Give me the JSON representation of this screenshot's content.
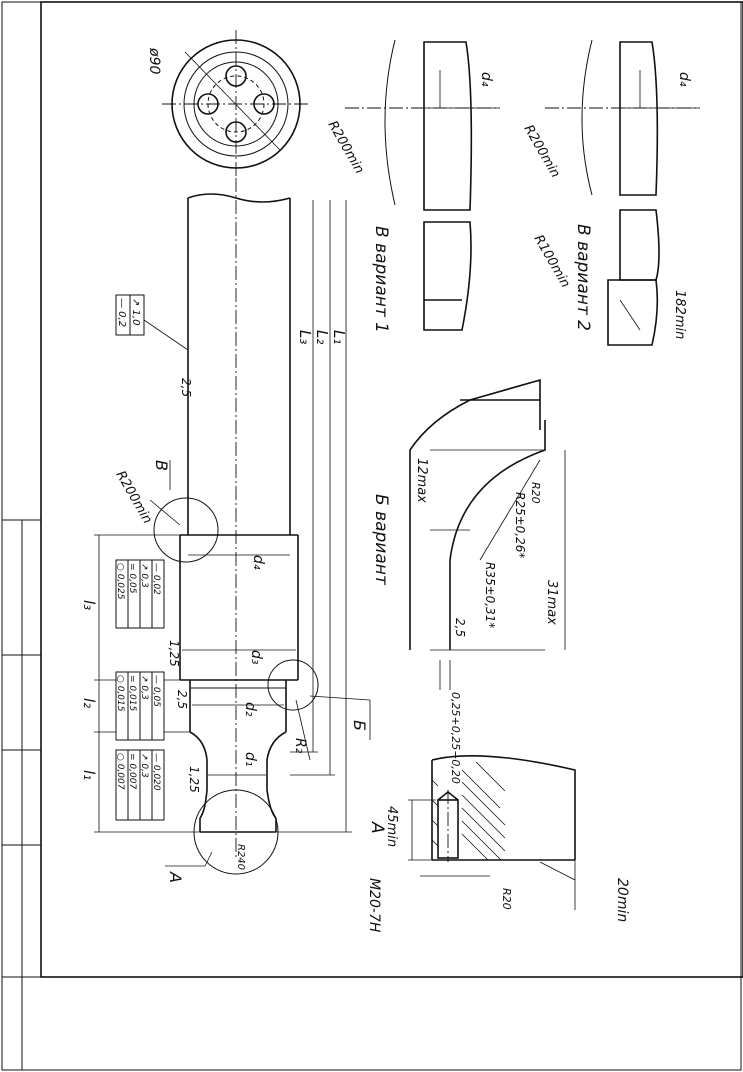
{
  "sheet": {
    "frame_color": "#111111",
    "background": "#ffffff"
  },
  "shaft": {
    "overall_lengths": [
      "L₃",
      "L₂",
      "L₁"
    ],
    "section_lengths": [
      "l₁",
      "l₂",
      "l₃"
    ],
    "diameters": [
      "d₁",
      "d₂",
      "d₃",
      "d₄"
    ],
    "radius_label": "R₂",
    "radius_callout": "R200min",
    "end_radius": "R240",
    "roughness": [
      "1,25",
      "2,5",
      "1,25",
      "2,5"
    ],
    "view_letters": [
      "A",
      "Б",
      "В"
    ],
    "end_view_diameter": "ø90",
    "tolerance_block_l1": [
      "○ 0,007",
      "= 0,007",
      "↗ 0,3",
      "— 0,020"
    ],
    "tolerance_block_l2": [
      "○ 0,015",
      "= 0,015",
      "↗ 0,3",
      "— 0,05"
    ],
    "tolerance_block_l3": [
      "○ 0,025",
      "= 0,05",
      "↗ 0,3",
      "— 0,02"
    ],
    "tolerance_block_body": [
      "— 0,2",
      "↗ 1,0"
    ]
  },
  "detail_a": {
    "title": "A",
    "depth": "45min",
    "thread": "M20-7H",
    "radius": "R20",
    "length": "20min"
  },
  "detail_b": {
    "title": "Б вариант",
    "length_12": "12max",
    "radius_20": "R20",
    "radius_25": "R25±0,26*",
    "radius_35": "R35±0,31*",
    "roughness": "2,5",
    "length_31": "31max",
    "tolerance": "0,25+0,25−0,20"
  },
  "detail_v1": {
    "title": "В вариант 1",
    "radius": "R200min",
    "diameter": "d₄"
  },
  "detail_v2": {
    "title": "В вариант 2",
    "radius_200": "R200min",
    "radius_100": "R100min",
    "length": "182min",
    "diameter": "d₄"
  }
}
